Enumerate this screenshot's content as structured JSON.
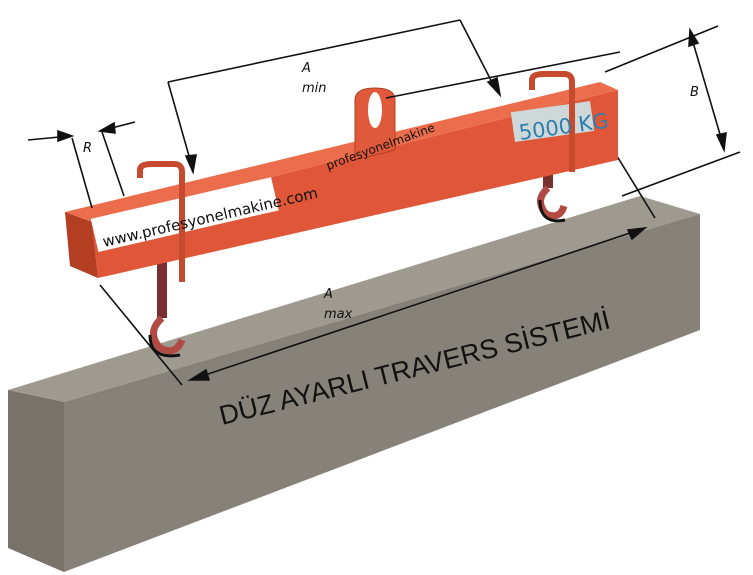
{
  "title": "DÜZ AYARLI TRAVERS  SİSTEMİ",
  "dimensions": {
    "a_min": {
      "symbol": "A",
      "subscript": "min"
    },
    "a_max": {
      "symbol": "A",
      "subscript": "max"
    },
    "b": "B",
    "r": "R"
  },
  "beam": {
    "website_label": "www.profesyonelmakine.com",
    "brand_text": "profesyonelmakine",
    "capacity_label": "5000 KG"
  },
  "colors": {
    "beam": "#e0593a",
    "beam_dark": "#b33e22",
    "concrete": "#8e8a80",
    "hook": "#b24a44"
  }
}
